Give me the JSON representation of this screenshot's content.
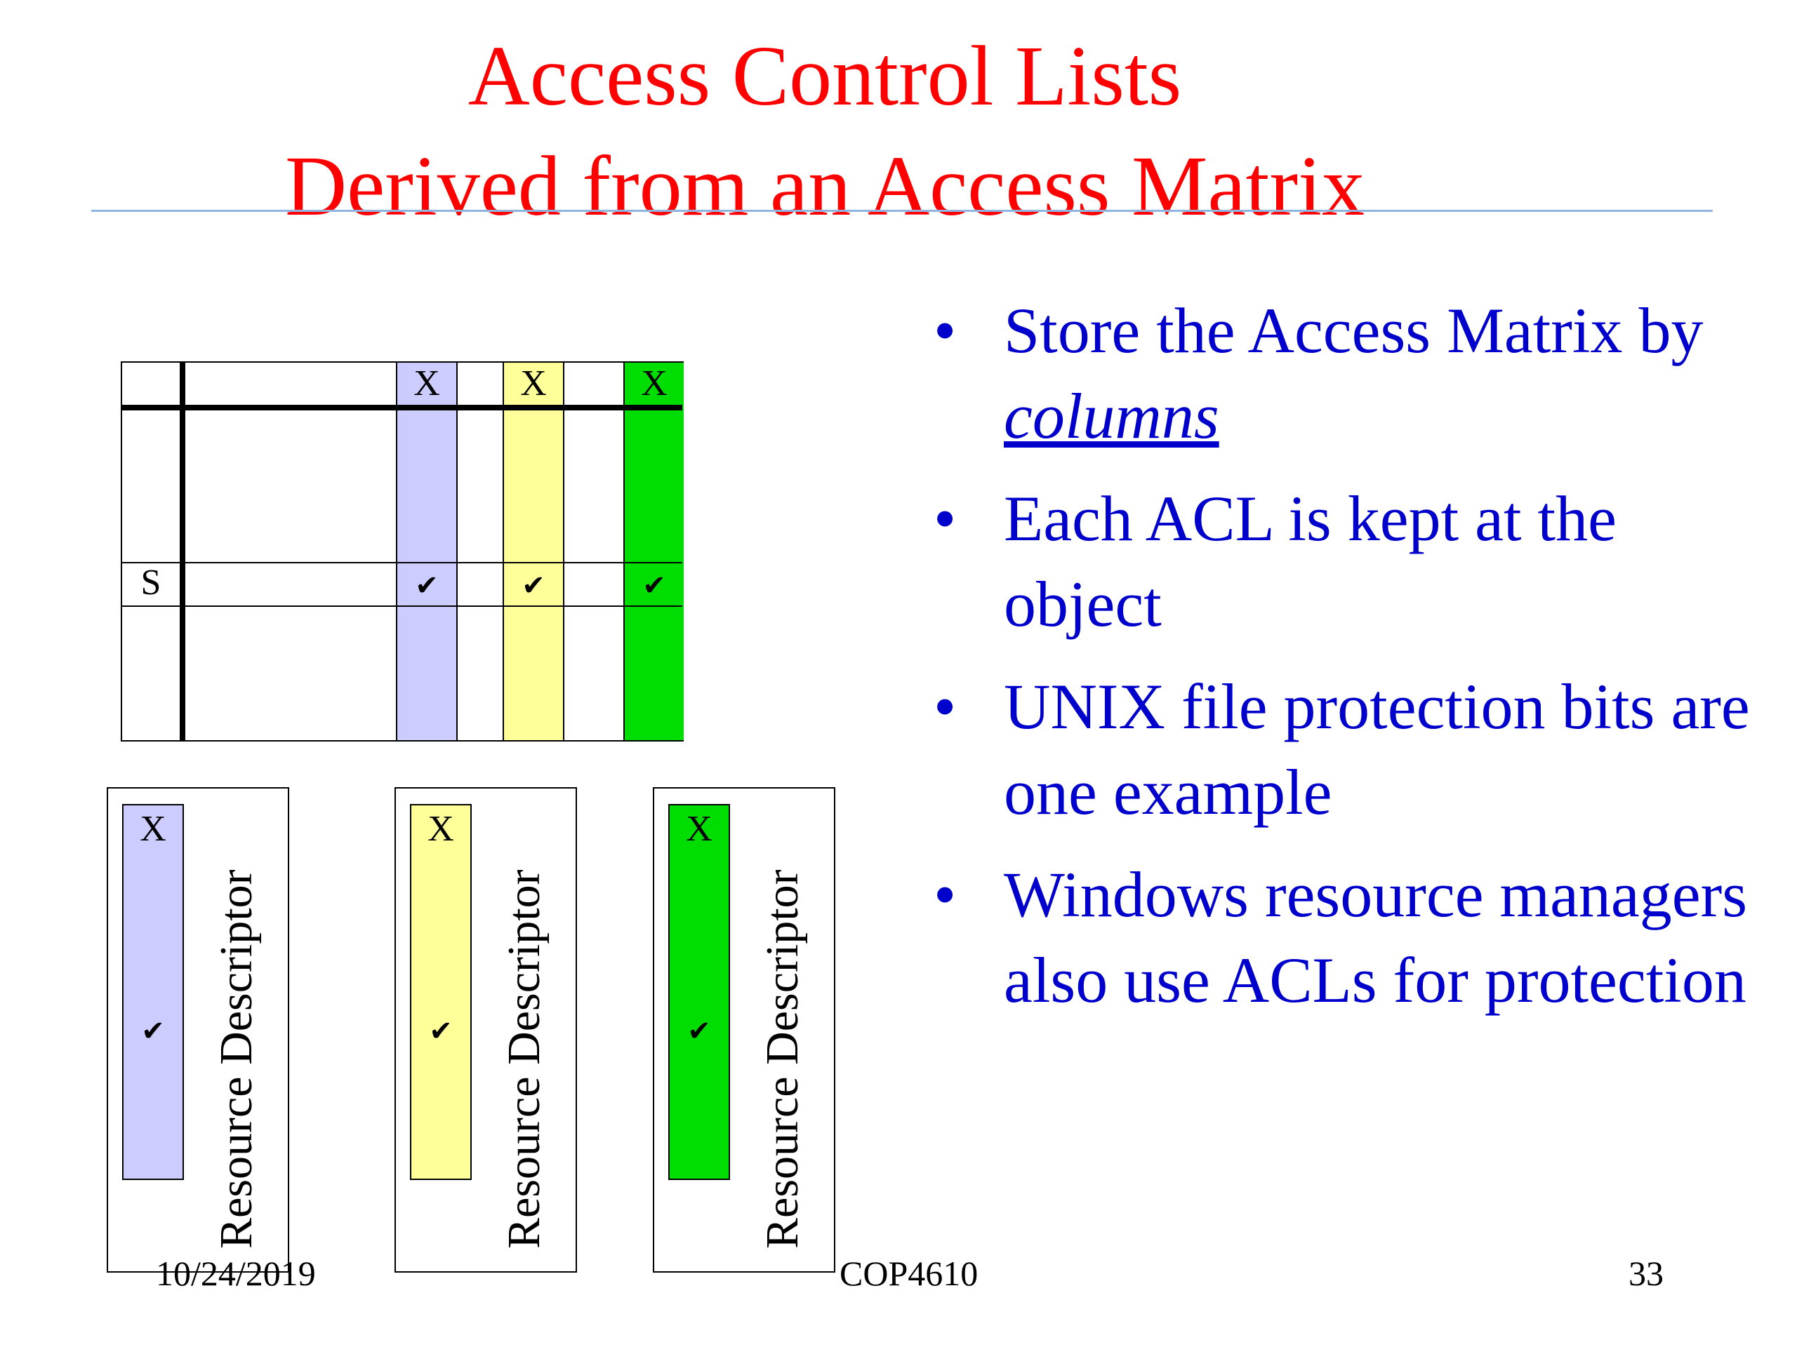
{
  "title": {
    "line1": "Access Control Lists",
    "line2": "Derived from an Access Matrix"
  },
  "matrix": {
    "column_header": "X",
    "row_label": "S",
    "check_glyph": "✔",
    "column_colors": [
      "#ccccff",
      "#ffff99",
      "#00dd00"
    ]
  },
  "descriptors": [
    {
      "header": "X",
      "check": "✔",
      "label": "Resource Descriptor",
      "color": "#ccccff"
    },
    {
      "header": "X",
      "check": "✔",
      "label": "Resource Descriptor",
      "color": "#ffff99"
    },
    {
      "header": "X",
      "check": "✔",
      "label": "Resource Descriptor",
      "color": "#00dd00"
    }
  ],
  "bullets": [
    {
      "marker": "•",
      "text_before": "Store the Access Matrix by ",
      "emphasis": "columns"
    },
    {
      "marker": "•",
      "text": "Each ACL is kept at the object"
    },
    {
      "marker": "•",
      "text": "UNIX file protection bits are one example"
    },
    {
      "marker": "•",
      "text": "Windows resource managers also use ACLs for protection"
    }
  ],
  "footer": {
    "date": "10/24/2019",
    "course": "COP4610",
    "page": "33"
  },
  "colors": {
    "title": "#ff0000",
    "bullet_text": "#0000cc",
    "rule": "#8fb4e0"
  }
}
